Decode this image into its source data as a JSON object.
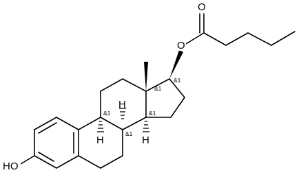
{
  "molecule": {
    "atoms": {
      "carbonyl_oxygen": "O",
      "ester_oxygen": "O",
      "hydroxyl": "HO",
      "h9": "H",
      "h8": "H",
      "h14": "H",
      "methyl": "",
      "stereo_c9": "&1",
      "stereo_c8": "&1",
      "stereo_c14": "&1",
      "stereo_c13": "&1",
      "stereo_c17": "&1"
    }
  },
  "colors": {
    "bond": "#000000",
    "background": "#ffffff"
  }
}
